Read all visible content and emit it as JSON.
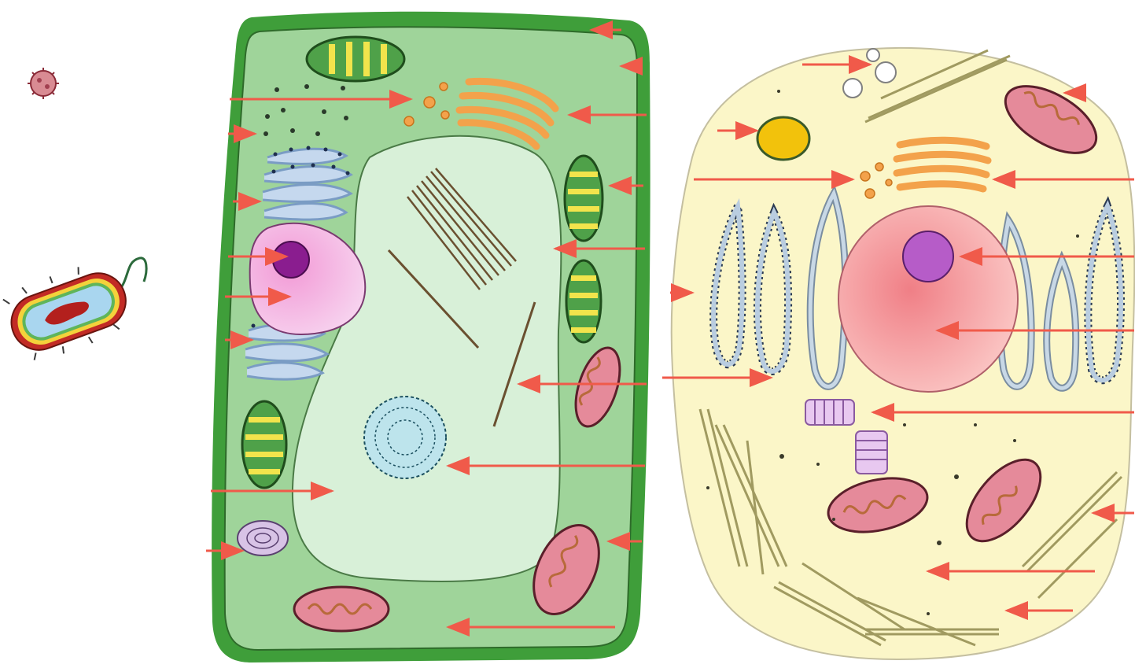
{
  "diagram": {
    "panels": [
      {
        "id": "virus",
        "name": "virus-icon"
      },
      {
        "id": "bacterium",
        "name": "bacterium-icon"
      },
      {
        "id": "plant",
        "name": "plant-cell"
      },
      {
        "id": "animal",
        "name": "animal-cell"
      }
    ],
    "labels": []
  },
  "colors": {
    "arrow": "#f05a4a",
    "plant_wall": "#3f9e3a",
    "plant_cytoplasm": "#9fd49a",
    "plant_vacuole": "#d8f0d8",
    "animal_cytoplasm": "#fbf6c8",
    "nucleus_pink": "#f4a7c0",
    "nucleolus_purple": "#8a1d8f",
    "golgi_orange": "#f3a24b",
    "er_blue": "#a9c3e0",
    "mito_pink": "#e58a9a",
    "chloroplast_green": "#4fa149",
    "chloroplast_yellow": "#f2e44c"
  }
}
